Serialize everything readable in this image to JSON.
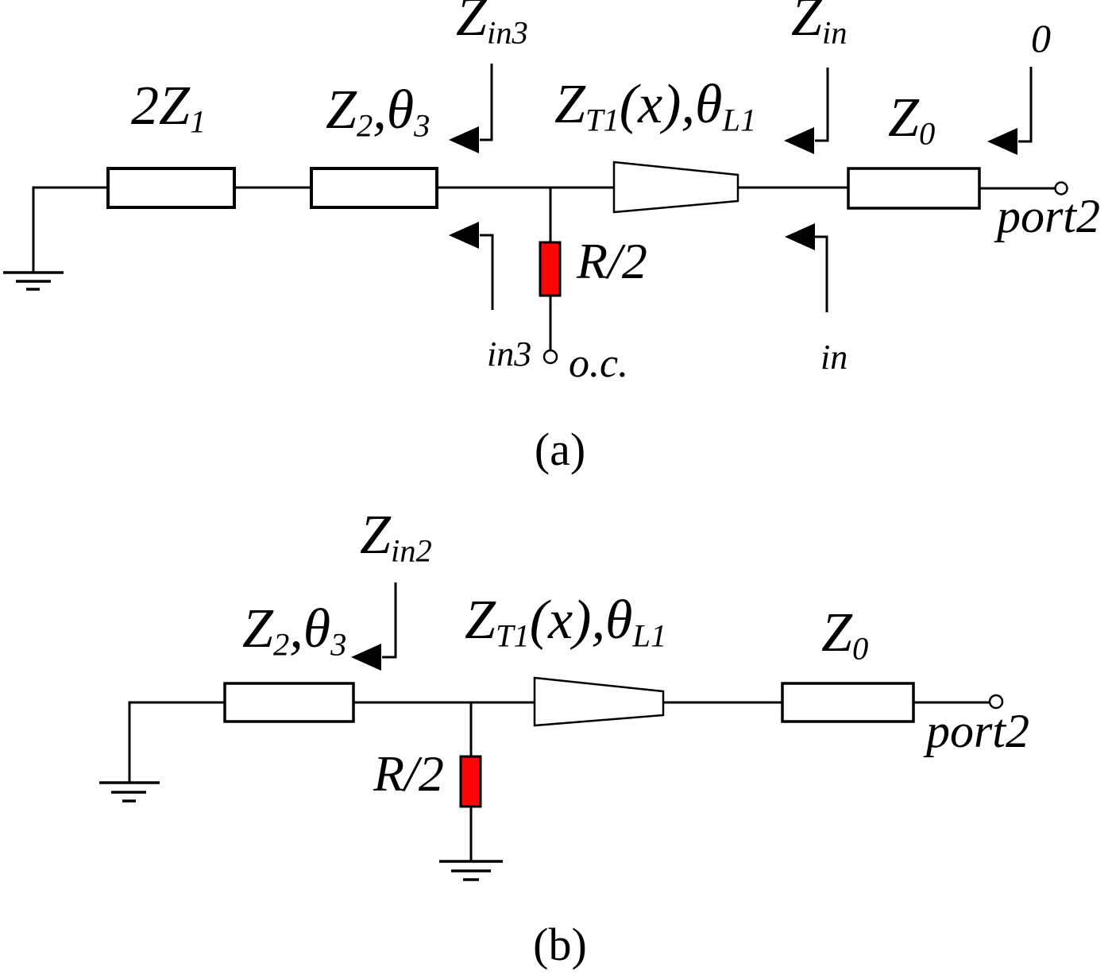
{
  "meta": {
    "figure_type": "transmission-line circuit schematic, two subfigures",
    "background": "#ffffff",
    "line_color": "#000000",
    "resistor_fill": "#fa0606"
  },
  "diagram_a": {
    "caption": "(a)",
    "impedance_2z1": {
      "base": "2Z",
      "sub": "1"
    },
    "impedance_z2": {
      "base": "Z",
      "sub": "2",
      "mid": ",θ",
      "sub2": "3"
    },
    "marker_zin3": {
      "base": "Z",
      "sub": "in3"
    },
    "taper_label": {
      "base": "Z",
      "sub": "T1",
      "mid": "(x),θ",
      "sub2": "L1"
    },
    "marker_zin": {
      "base": "Z",
      "sub": "in"
    },
    "impedance_z0": {
      "base": "Z",
      "sub": "0"
    },
    "marker_zero": "0",
    "resistor_label": "R/2",
    "node_in3": "in3",
    "open_circuit": "o.c.",
    "node_in": "in",
    "port_label": "port2"
  },
  "diagram_b": {
    "caption": "(b)",
    "marker_zin2": {
      "base": "Z",
      "sub": "in2"
    },
    "impedance_z2": {
      "base": "Z",
      "sub": "2",
      "mid": ",θ",
      "sub2": "3"
    },
    "taper_label": {
      "base": "Z",
      "sub": "T1",
      "mid": "(x),θ",
      "sub2": "L1"
    },
    "impedance_z0": {
      "base": "Z",
      "sub": "0"
    },
    "resistor_label": "R/2",
    "port_label": "port2"
  }
}
